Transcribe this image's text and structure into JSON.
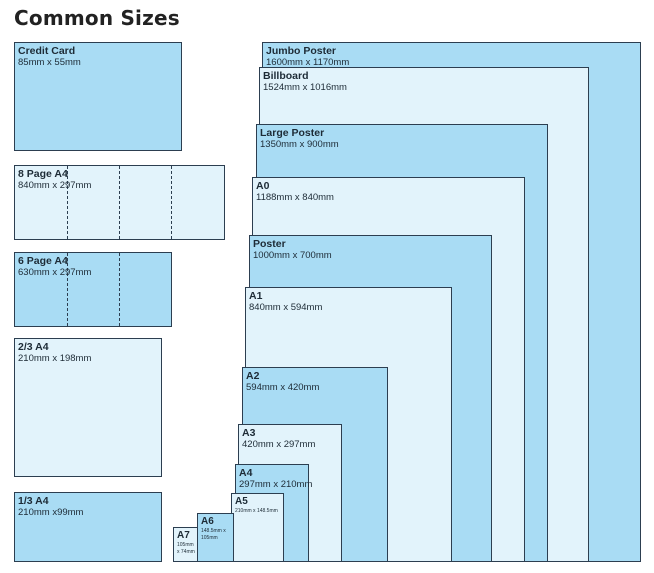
{
  "title": "Common Sizes",
  "colors": {
    "dark_fill": "#a9dcf4",
    "light_fill": "#e2f3fb",
    "border": "#2c3e50"
  },
  "sizes": {
    "credit_card": {
      "name": "Credit Card",
      "dims": "85mm x 55mm"
    },
    "page8_a4": {
      "name": "8 Page A4",
      "dims": "840mm x 297mm"
    },
    "page6_a4": {
      "name": "6 Page A4",
      "dims": "630mm x 297mm"
    },
    "two_third_a4": {
      "name": "2/3 A4",
      "dims": "210mm x 198mm"
    },
    "one_third_a4": {
      "name": "1/3 A4",
      "dims": "210mm x99mm"
    },
    "jumbo_poster": {
      "name": "Jumbo Poster",
      "dims": "1600mm x 1170mm"
    },
    "billboard": {
      "name": "Billboard",
      "dims": "1524mm x 1016mm"
    },
    "large_poster": {
      "name": "Large Poster",
      "dims": "1350mm x 900mm"
    },
    "a0": {
      "name": "A0",
      "dims": "1188mm x 840mm"
    },
    "poster": {
      "name": "Poster",
      "dims": "1000mm x 700mm"
    },
    "a1": {
      "name": "A1",
      "dims": "840mm x 594mm"
    },
    "a2": {
      "name": "A2",
      "dims": "594mm x 420mm"
    },
    "a3": {
      "name": "A3",
      "dims": "420mm x 297mm"
    },
    "a4": {
      "name": "A4",
      "dims": "297mm x 210mm"
    },
    "a5": {
      "name": "A5",
      "dims": "210mm x 148.5mm"
    },
    "a6": {
      "name": "A6",
      "dims": "148.5mm x 105mm"
    },
    "a7": {
      "name": "A7",
      "dims": "105mm x 74mm"
    }
  }
}
